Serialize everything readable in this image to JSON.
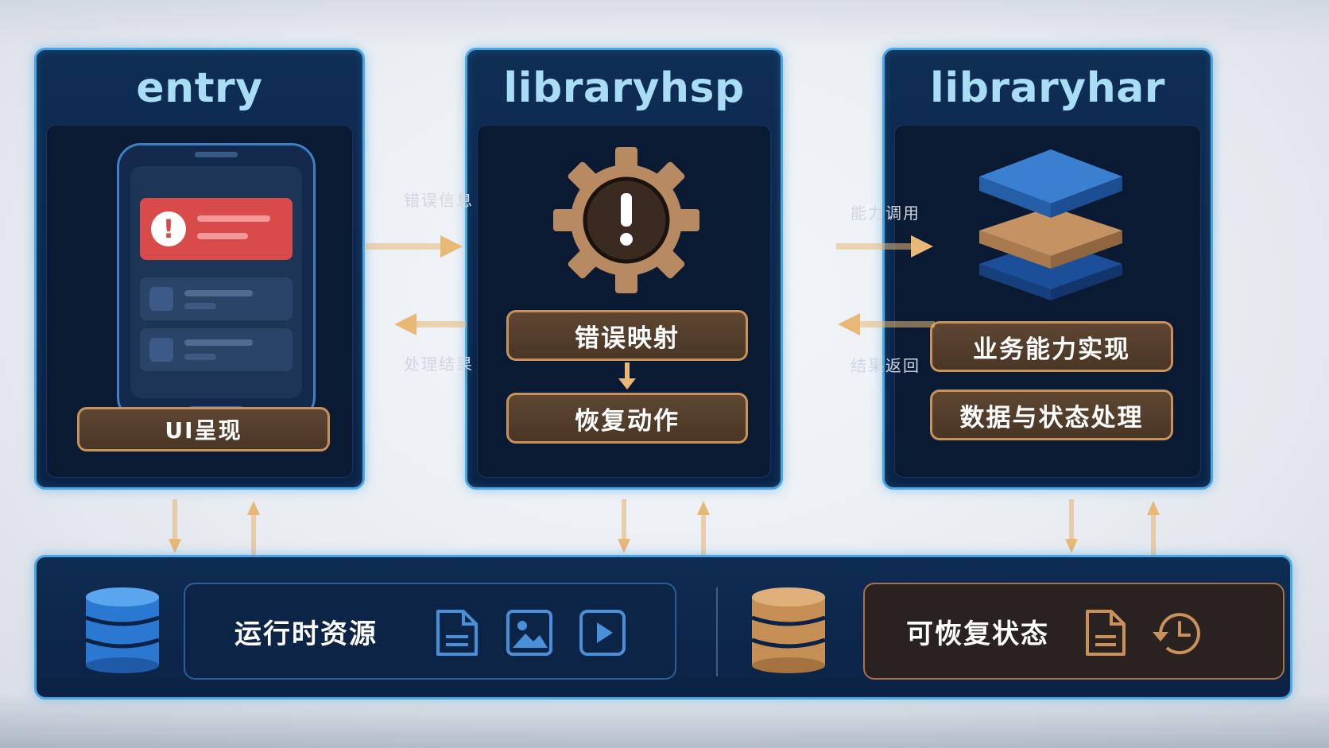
{
  "panels": {
    "entry": {
      "title": "entry",
      "pill": "UI呈现"
    },
    "hsp": {
      "title": "libraryhsp",
      "pill_top": "错误映射",
      "pill_bottom": "恢复动作"
    },
    "har": {
      "title": "libraryhar",
      "pill_top": "业务能力实现",
      "pill_bottom": "数据与状态处理"
    }
  },
  "arrow_labels": {
    "entry_to_hsp": "错误信息",
    "hsp_to_entry": "处理结果",
    "hsp_to_har": "能力调用",
    "har_to_hsp": "结果返回"
  },
  "storage": {
    "runtime_label": "运行时资源",
    "recoverable_label": "可恢复状态"
  },
  "colors": {
    "panel_border": "#4aa7e6",
    "title": "#a9dcf5",
    "accent_gold": "#c8925a",
    "alert_red": "#d94a4a",
    "arrow": "#e8b877"
  },
  "icons": {
    "entry": "phone-error-icon",
    "hsp": "gear-exclamation-icon",
    "har": "layer-stack-icon",
    "runtime_db": "database-blue-icon",
    "runtime_files": [
      "document-icon",
      "image-icon",
      "video-icon"
    ],
    "recoverable_db": "database-gold-icon",
    "recoverable_files": [
      "document-icon",
      "history-clock-icon"
    ]
  }
}
